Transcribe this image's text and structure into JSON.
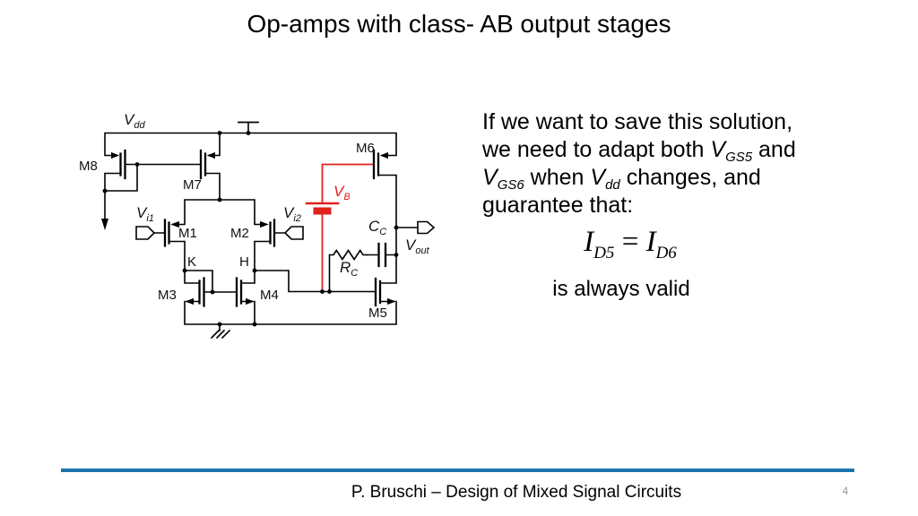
{
  "title": "Op-amps with class- AB output stages",
  "colors": {
    "accent_red": "#e0211c",
    "footer_line": "#1a75ad",
    "page_number_gray": "#9b9b9b"
  },
  "circuit": {
    "labels": {
      "vdd": {
        "base": "V",
        "sub": "dd"
      },
      "vi1": {
        "base": "V",
        "sub": "i1"
      },
      "vi2": {
        "base": "V",
        "sub": "i2"
      },
      "vb": {
        "base": "V",
        "sub": "B"
      },
      "vout": {
        "base": "V",
        "sub": "out"
      },
      "cc": {
        "base": "C",
        "sub": "C"
      },
      "rc": {
        "base": "R",
        "sub": "C"
      },
      "m1": "M1",
      "m2": "M2",
      "m3": "M3",
      "m4": "M4",
      "m5": "M5",
      "m6": "M6",
      "m7": "M7",
      "m8": "M8",
      "k": "K",
      "h": "H"
    }
  },
  "body": {
    "paragraph": [
      [
        {
          "t": "If we want to save this solution,"
        }
      ],
      [
        {
          "t": "we need to adapt both "
        },
        {
          "v": "V",
          "s": "GS5"
        },
        {
          "t": " and"
        }
      ],
      [
        {
          "v": "V",
          "s": "GS6"
        },
        {
          "t": " when "
        },
        {
          "v": "V",
          "s": "dd"
        },
        {
          "t": " changes, and"
        }
      ],
      [
        {
          "t": "guarantee that:"
        }
      ]
    ],
    "formula": [
      {
        "v": "I",
        "s": "D5"
      },
      {
        "t": " = "
      },
      {
        "v": "I",
        "s": "D6"
      }
    ],
    "formula_note": "is always valid"
  },
  "footer": {
    "credit": "P. Bruschi – Design of Mixed Signal Circuits",
    "page_number": "4"
  }
}
